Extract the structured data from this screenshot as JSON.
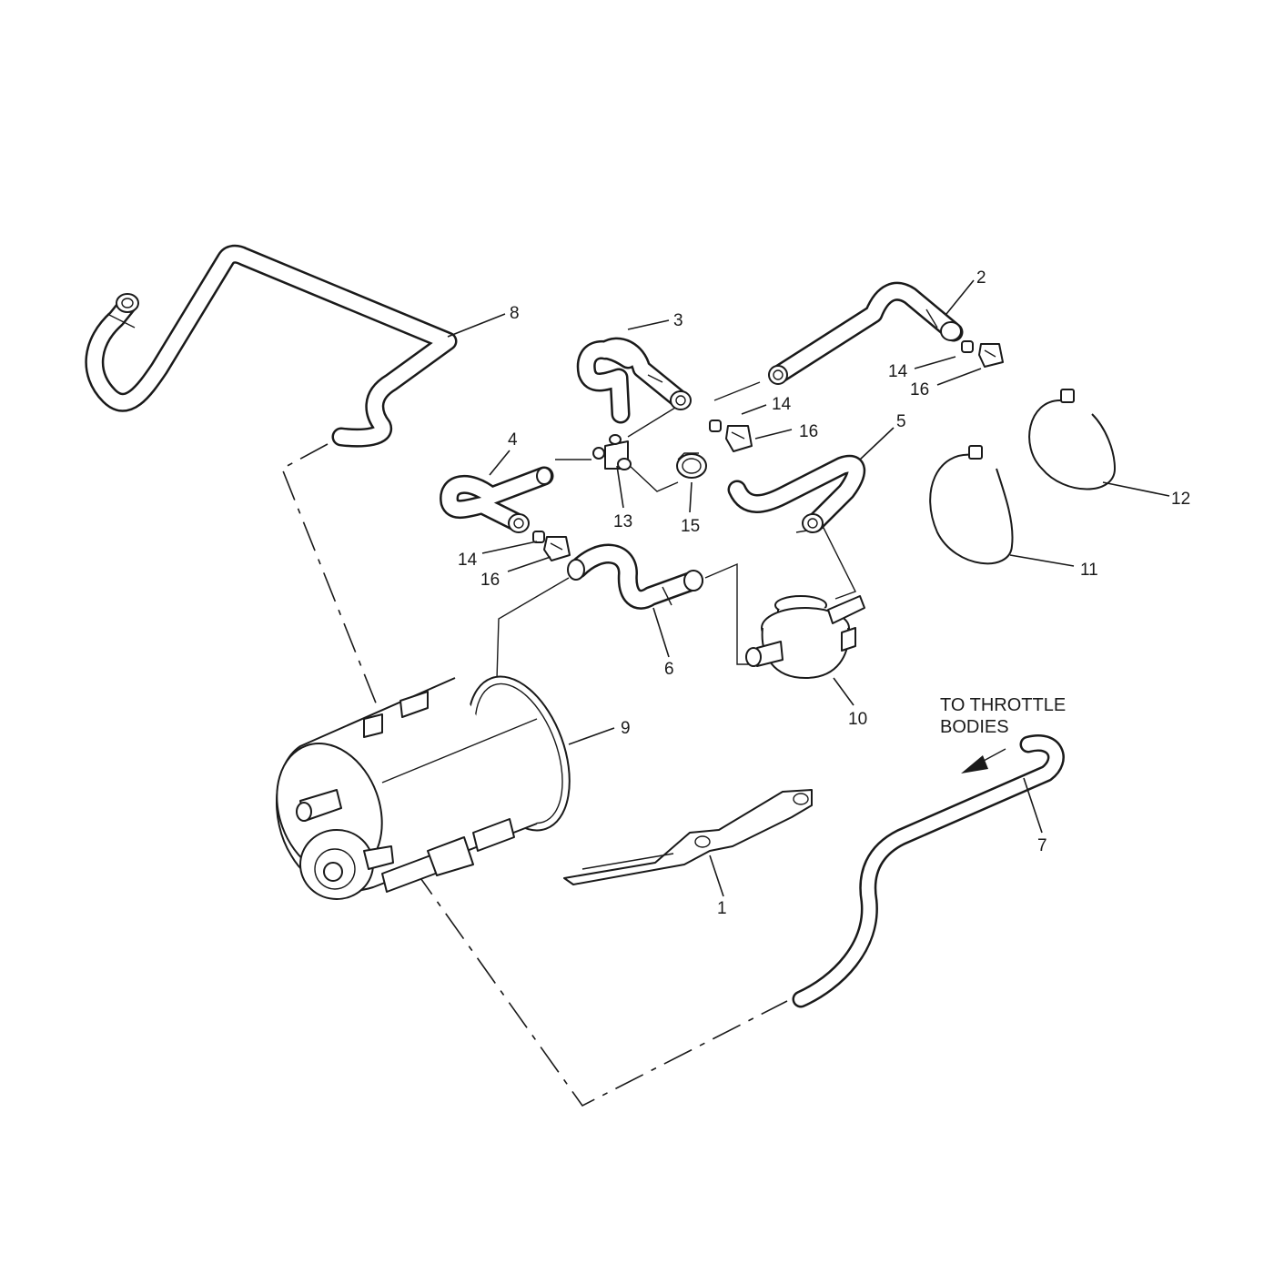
{
  "diagram": {
    "callouts": {
      "c1": "1",
      "c2": "2",
      "c3": "3",
      "c4": "4",
      "c5": "5",
      "c6": "6",
      "c7": "7",
      "c8": "8",
      "c9": "9",
      "c10": "10",
      "c11": "11",
      "c12": "12",
      "c13": "13",
      "c14a": "14",
      "c14b": "14",
      "c14c": "14",
      "c15": "15",
      "c16a": "16",
      "c16b": "16",
      "c16c": "16"
    },
    "note": {
      "line1": "TO THROTTLE",
      "line2": "BODIES"
    }
  }
}
